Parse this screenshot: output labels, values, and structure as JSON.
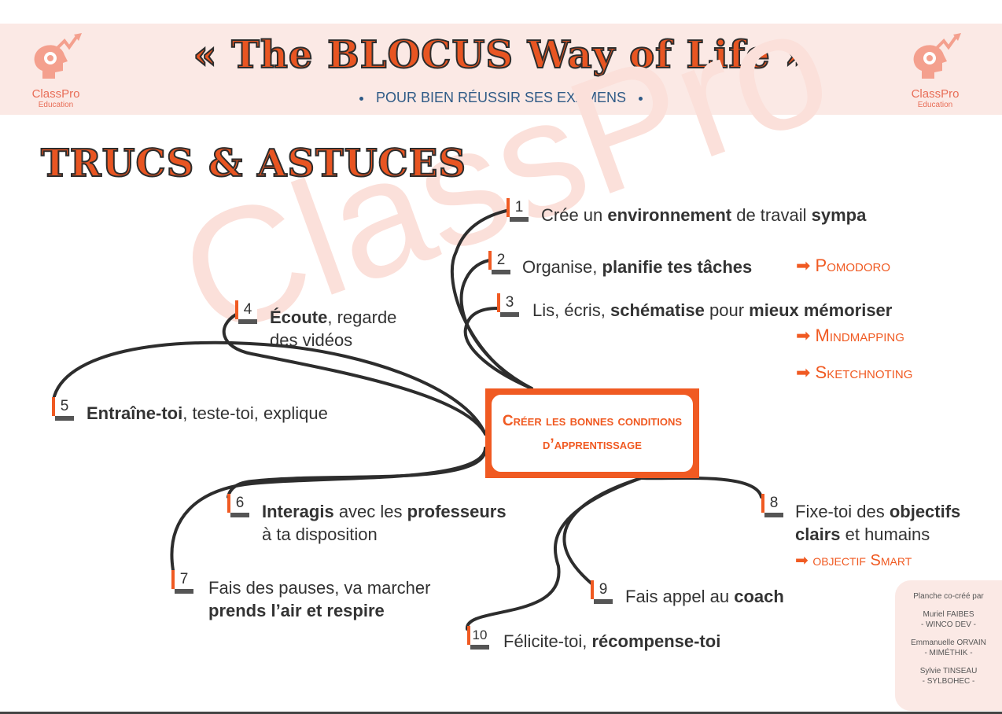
{
  "header": {
    "title": "« The BLOCUS Way of Life »",
    "subtitle": "POUR BIEN RÉUSSIR SES EXAMENS",
    "logo_brand": "ClassPro",
    "logo_sub": "Education"
  },
  "section_title": "TRUCS & ASTUCES",
  "watermark": "ClassPro",
  "center": {
    "label": "Créer les bonnes conditions d’apprentissage"
  },
  "items": [
    {
      "n": "1",
      "html": "Crée un <b>environnement</b> de travail <b>sympa</b>"
    },
    {
      "n": "2",
      "html": "Organise, <b>planifie tes tâches</b>"
    },
    {
      "n": "3",
      "html": "Lis, écris, <b>schématise</b> pour <b>mieux mémoriser</b>"
    },
    {
      "n": "4",
      "html": "<b>Écoute</b>, regarde<br>des vidéos"
    },
    {
      "n": "5",
      "html": "<b>Entraîne-toi</b>, teste-toi, explique"
    },
    {
      "n": "6",
      "html": "<b>Interagis</b> avec les <b>professeurs</b><br>à ta disposition"
    },
    {
      "n": "7",
      "html": "Fais des pauses, va marcher<br><b>prends l’air et respire</b>"
    },
    {
      "n": "8",
      "html": "Fixe-toi des <b>objectifs</b><br><b>clairs</b> et humains"
    },
    {
      "n": "9",
      "html": "Fais appel au <b>coach</b>"
    },
    {
      "n": "10",
      "html": "Félicite-toi, <b>récompense-toi</b>"
    }
  ],
  "links": [
    {
      "text": "➡ Pomodoro"
    },
    {
      "text": "➡ Mindmapping"
    },
    {
      "text": "➡ Sketchnoting"
    },
    {
      "text": "➡ objectif Smart"
    }
  ],
  "credits": {
    "intro": "Planche co-créé par",
    "people": [
      {
        "name": "Muriel FAIBES",
        "org": "- WINCO DEV -"
      },
      {
        "name": "Emmanuelle ORVAIN",
        "org": "- MIMÉTHIK -"
      },
      {
        "name": "Sylvie TINSEAU",
        "org": "- SYLBOHEC -"
      }
    ]
  },
  "colors": {
    "accent": "#f05a22",
    "banner": "#fbe9e5",
    "subtitle": "#2e5a86"
  }
}
